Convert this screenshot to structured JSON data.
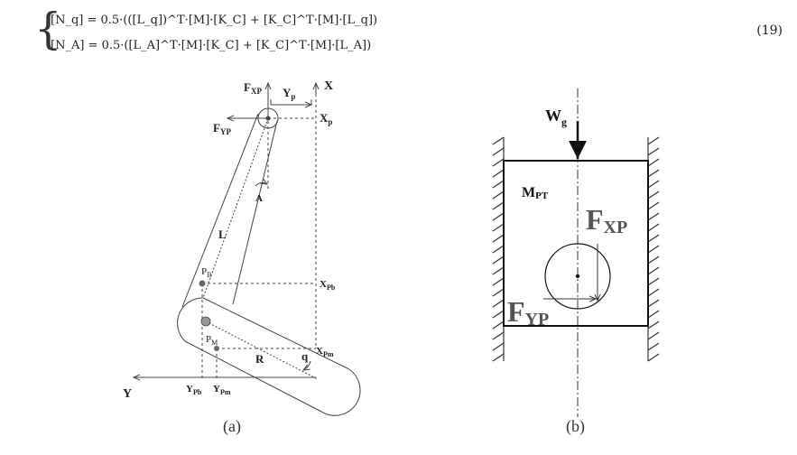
{
  "equation": {
    "line1": "[N_q] = 0.5·(([L_q])^T·[M]·[K_C] + [K_C]^T·[M]·[L_q])",
    "line2": "[N_A] = 0.5·([L_A]^T·[M]·[K_C] + [K_C]^T·[M]·[L_A])",
    "number": "(19)"
  },
  "figure_a": {
    "caption": "(a)",
    "labels": {
      "fxp": "F",
      "fxp_sub": "XP",
      "yp": "Y",
      "yp_sub": "p",
      "x": "X",
      "fyp": "F",
      "fyp_sub": "YP",
      "xp": "X",
      "xp_sub": "p",
      "a": "A",
      "l": "L",
      "pb": "P",
      "pb_sub": "B",
      "xpb": "X",
      "xpb_sub": "Pb",
      "pm": "P",
      "pm_sub": "M",
      "xpm": "X",
      "xpm_sub": "Pm",
      "r": "R",
      "q": "q",
      "y": "Y",
      "ypb": "Y",
      "ypb_sub": "Pb",
      "ypm": "Y",
      "ypm_sub": "Pm"
    }
  },
  "figure_b": {
    "caption": "(b)",
    "labels": {
      "wg": "W",
      "wg_sub": "g",
      "mpt": "M",
      "mpt_sub": "PT",
      "fxp": "F",
      "fxp_sub": "XP",
      "fyp": "F",
      "fyp_sub": "YP"
    }
  }
}
